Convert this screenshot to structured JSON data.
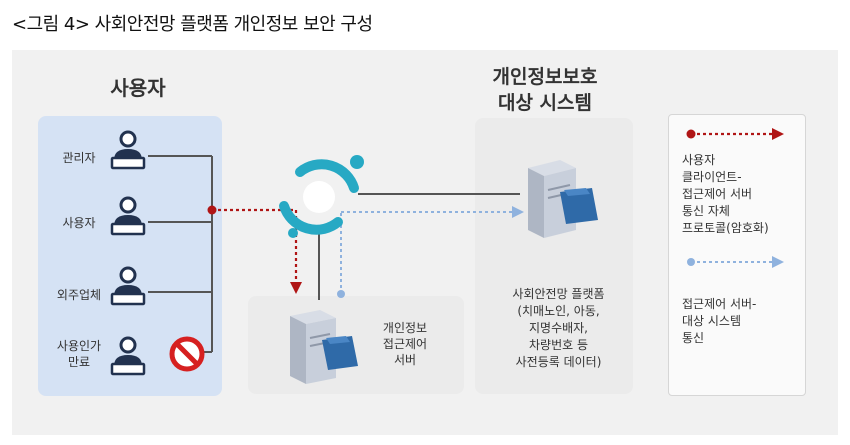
{
  "title": "<그림 4> 사회안전망 플랫폼 개인정보 보안 구성",
  "users": {
    "title": "사용자",
    "items": [
      {
        "label": "관리자"
      },
      {
        "label": "사용자"
      },
      {
        "label": "외주업체"
      },
      {
        "label": "사용인가\n만료",
        "blocked": true
      }
    ]
  },
  "access_server": {
    "label": "개인정보\n접근제어\n서버"
  },
  "target_system": {
    "title": "개인정보보호\n대상 시스템",
    "description": "사회안전망 플랫폼\n(치매노인, 아동,\n지명수배자,\n차량번호 등\n사전등록 데이터)"
  },
  "legend": {
    "client_label": "사용자\n클라이언트-\n접근제어 서버\n통신 자체\n프로토콜(암호화)",
    "server_label": "접근제어 서버-\n대상 시스템\n통신",
    "client_color": "#b01515",
    "server_color": "#8fb2de"
  },
  "colors": {
    "hub": "#27a9c4",
    "line": "#555555",
    "blocked": "#d62020",
    "person": "#22324f"
  }
}
